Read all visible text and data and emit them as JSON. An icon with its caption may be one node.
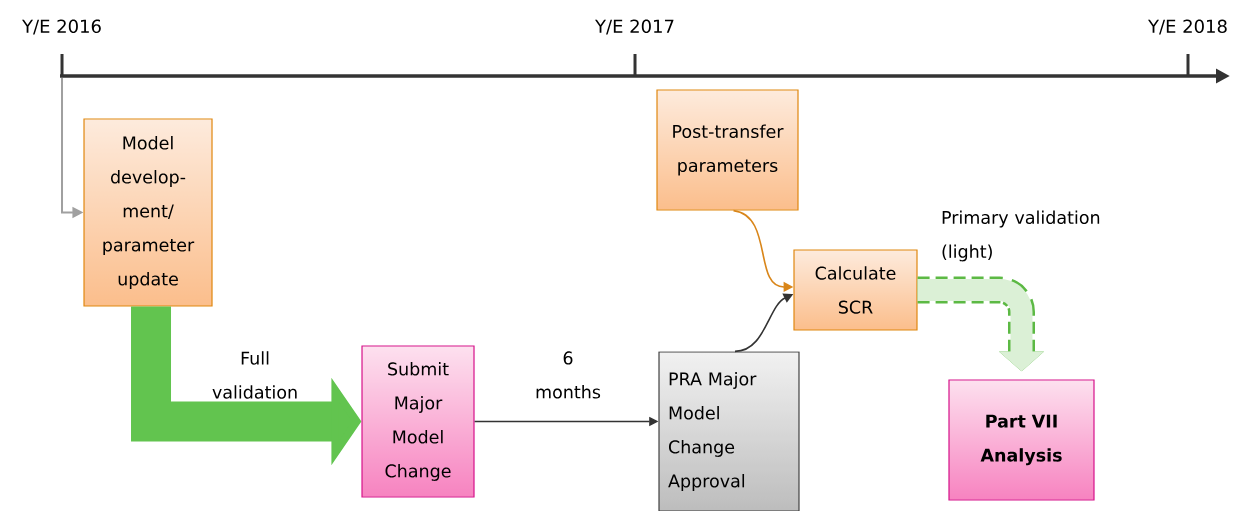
{
  "diagram": {
    "nodes": [
      {
        "text": [
          "Model develop-ment/ parameter update"
        ]
      },
      {
        "text": [
          "Submit Major Model Change"
        ]
      },
      {
        "text": [
          "PRA Major Model Change Approval"
        ]
      },
      {
        "text": [
          "Post-transfer parameters"
        ]
      },
      {
        "text": [
          "Calculate SCR"
        ]
      },
      {
        "text": [
          "Part VII Analysis"
        ]
      }
    ],
    "edges": [
      {
        "from": null,
        "to": 0,
        "arrow": "to",
        "color": "#a0a0a0"
      },
      {
        "from": 0,
        "to": 1,
        "arrow": "to",
        "label": "Full validation",
        "style": "thick",
        "color": "#62c44f"
      },
      {
        "from": 1,
        "to": 2,
        "arrow": "to",
        "label": "6 months"
      },
      {
        "from": 3,
        "to": 4,
        "arrow": "to",
        "color": "#d9861a"
      },
      {
        "from": 2,
        "to": 4,
        "arrow": "to"
      },
      {
        "from": 4,
        "to": 5,
        "arrow": "to",
        "label": "Primary validation (light)",
        "style": "dashed",
        "color": "#5cb944"
      }
    ],
    "labels": [
      "Y/E 2016",
      "Y/E 2017",
      "Y/E 2018"
    ]
  }
}
